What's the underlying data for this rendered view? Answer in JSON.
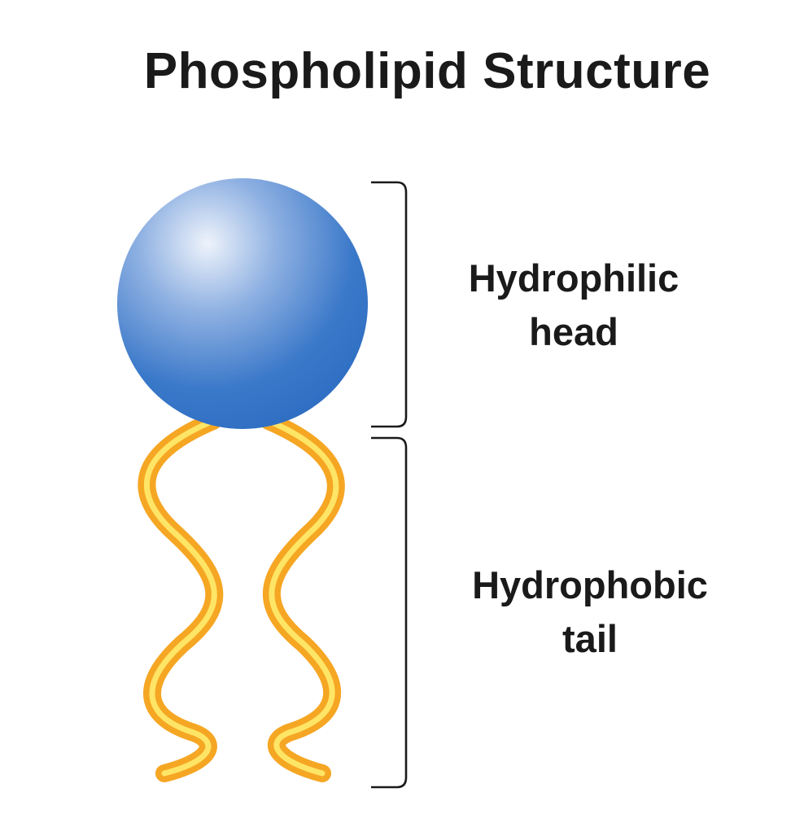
{
  "title": "Phospholipid Structure",
  "head": {
    "label_line1": "Hydrophilic",
    "label_line2": "head",
    "color": "#2f6fc3",
    "highlight_color": "#eef3fb"
  },
  "tail": {
    "label_line1": "Hydrophobic",
    "label_line2": "tail",
    "color": "#f5a623",
    "highlight_color": "#ffe566"
  },
  "bracket_color": "#1a1a1a"
}
